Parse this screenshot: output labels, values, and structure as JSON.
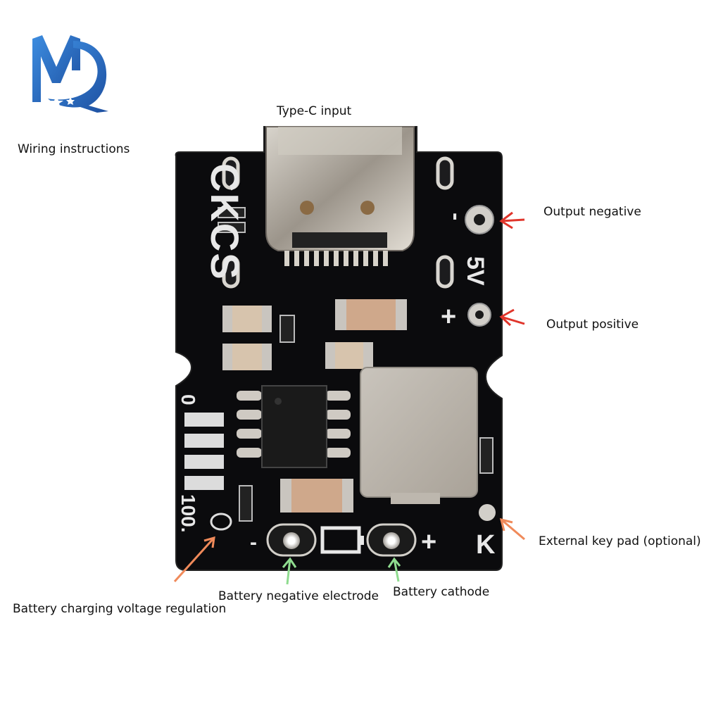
{
  "heading": "Wiring instructions",
  "board": {
    "silkscreen_brand": "CKCS",
    "mark_minus": "-",
    "mark_5v": "5V",
    "mark_plus": "+",
    "mark_zero": "0",
    "mark_hundred": "100.",
    "mark_batt_minus": "-",
    "mark_batt_plus": "+",
    "mark_k": "K"
  },
  "callouts": {
    "type_c_input": "Type-C input",
    "output_negative": "Output negative",
    "output_positive": "Output positive",
    "external_key_pad": "External key pad (optional)",
    "battery_cathode": "Battery cathode",
    "battery_negative_electrode": "Battery negative electrode",
    "battery_charging_voltage_regulation": "Battery charging voltage regulation"
  },
  "colors": {
    "pcb": "#0b0b0d",
    "arrow_red": "#e0352b",
    "arrow_orange": "#f08a5a",
    "arrow_green": "#8fdc8f",
    "logo_blue": "#2b6fc4"
  }
}
